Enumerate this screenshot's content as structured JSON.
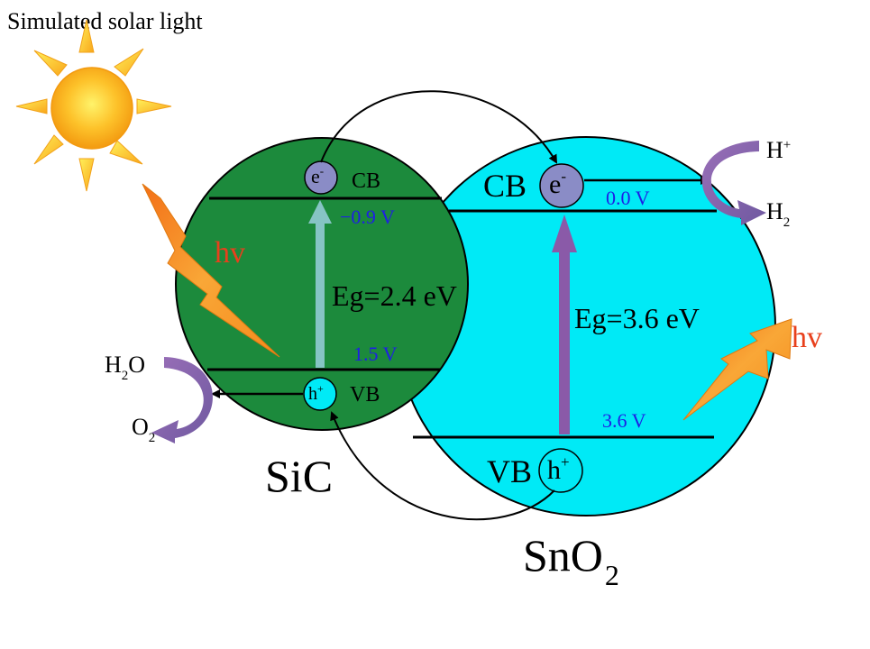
{
  "title": "Simulated solar light",
  "light_label": "hv",
  "sic": {
    "name": "SiC",
    "cb_label": "CB",
    "vb_label": "VB",
    "cb_potential": "−0.9 V",
    "vb_potential": "1.5 V",
    "band_gap": "Eg=2.4 eV",
    "electron": "e",
    "electron_sup": "-",
    "hole": "h",
    "hole_sup": "+"
  },
  "sno2": {
    "name": "SnO",
    "name_sub": "2",
    "cb_label": "CB",
    "vb_label": "VB",
    "cb_potential": "0.0 V",
    "vb_potential": "3.6 V",
    "band_gap": "Eg=3.6 eV",
    "electron": "e",
    "electron_sup": "-",
    "hole": "h",
    "hole_sup": "+"
  },
  "reduction": {
    "reactant": "H",
    "reactant_sup": "+",
    "product": "H",
    "product_sub": "2"
  },
  "oxidation": {
    "reactant": "H",
    "reactant_sub": "2",
    "reactant_tail": "O",
    "product": "O",
    "product_sub": "2"
  },
  "colors": {
    "sic_fill": "#1c8a3c",
    "sno2_fill": "#00eaf6",
    "electron_fill": "#8a8cc6",
    "potential_text": "#1e1ee6",
    "sic_arrow": "#86c4c4",
    "sno2_arrow": "#8a5aa8",
    "curved_arrow": "#7a5aa0",
    "hv_text": "#e8401c",
    "bolt": "#f7961c",
    "sun": "#f9a51a"
  }
}
